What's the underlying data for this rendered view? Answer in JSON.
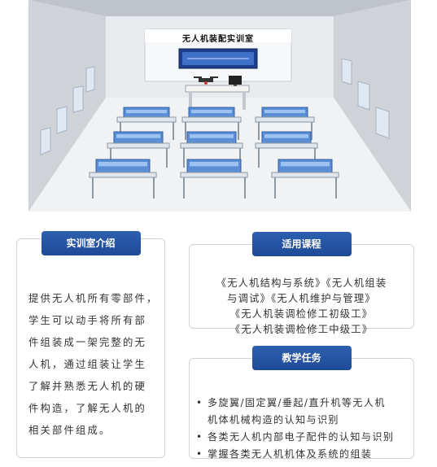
{
  "room": {
    "sign_title": "无人机装配实训室"
  },
  "intro": {
    "title": "实训室介绍",
    "lines": [
      "提供无人机所有零部件，",
      "学生可以动手将所有部",
      "件组装成一架完整的无",
      "人机，通过组装让学生",
      "了解并熟悉无人机的硬",
      "件构造，了解无人机的",
      "相关部件组成。"
    ]
  },
  "courses": {
    "title": "适用课程",
    "lines": [
      "《无人机结构与系统》《无人机组装",
      "与调试》《无人机维护与管理》",
      "《无人机装调检修工初级工》",
      "《无人机装调检修工中级工》"
    ]
  },
  "tasks": {
    "title": "教学任务",
    "bullet": "•",
    "items": [
      {
        "line1": "多旋翼/固定翼/垂起/直升机等无人机",
        "line2": "机体机械构造的认知与识别"
      },
      {
        "line1": "各类无人机内部电子配件的认知与识别",
        "line2": ""
      },
      {
        "line1": "掌握各类无人机机体及系统的组装",
        "line2": ""
      }
    ]
  },
  "colors": {
    "accent": "#1e4a96",
    "border": "#cfd4dc"
  }
}
